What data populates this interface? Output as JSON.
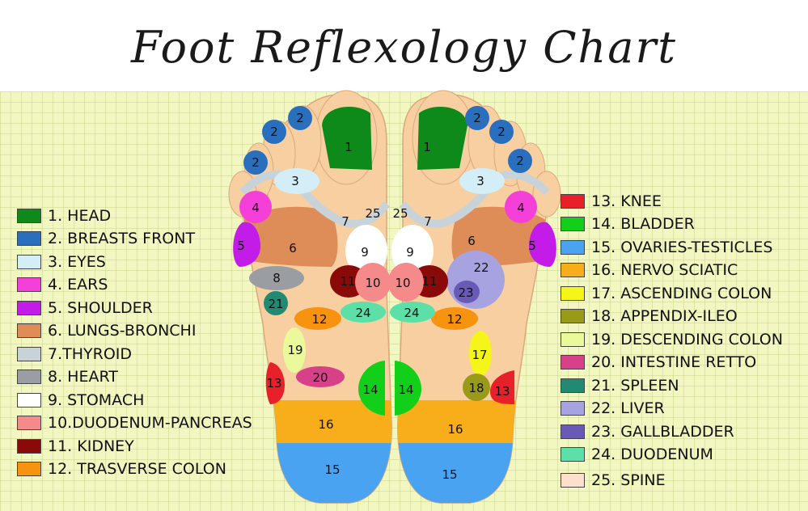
{
  "title": "Foot Reflexology Chart",
  "legend_left": [
    {
      "label": "1. HEAD",
      "color": "#0e8a1a"
    },
    {
      "label": "2. BREASTS FRONT",
      "color": "#2a6fbd"
    },
    {
      "label": "3. EYES",
      "color": "#d3eef6"
    },
    {
      "label": "4. EARS",
      "color": "#f43fd8"
    },
    {
      "label": "5. SHOULDER",
      "color": "#c31be8"
    },
    {
      "label": "6. LUNGS-BRONCHI",
      "color": "#de8c58"
    },
    {
      "label": "7.THYROID",
      "color": "#c8d3d9"
    },
    {
      "label": "8. HEART",
      "color": "#9a9ea3"
    },
    {
      "label": "9. STOMACH",
      "color": "#ffffff"
    },
    {
      "label": "10.DUODENUM-PANCREAS",
      "color": "#f48a8a"
    },
    {
      "label": "11. KIDNEY",
      "color": "#8a0a0a"
    },
    {
      "label": "12. TRASVERSE COLON",
      "color": "#f7930f"
    }
  ],
  "legend_right": [
    {
      "label": "13. KNEE",
      "color": "#e8202a"
    },
    {
      "label": "14. BLADDER",
      "color": "#12cf1a"
    },
    {
      "label": "15. OVARIES-TESTICLES",
      "color": "#4aa3f0"
    },
    {
      "label": "16. NERVO SCIATIC",
      "color": "#f7ae1a"
    },
    {
      "label": "17. ASCENDING COLON",
      "color": "#f5f51a"
    },
    {
      "label": "18. APPENDIX-ILEO",
      "color": "#9a9a1a"
    },
    {
      "label": "19. DESCENDING COLON",
      "color": "#eafa9a"
    },
    {
      "label": "20. INTESTINE RETTO",
      "color": "#d6418a"
    },
    {
      "label": "21. SPLEEN",
      "color": "#228a72"
    },
    {
      "label": "22. LIVER",
      "color": "#a7a3e0"
    },
    {
      "label": "23. GALLBLADDER",
      "color": "#6a5ab8"
    },
    {
      "label": "24. DUODENUM",
      "color": "#5de0a8"
    },
    {
      "label": "25. SPINE",
      "color": "#fde0cc"
    }
  ],
  "zones": {
    "z1": "1",
    "z2": "2",
    "z3": "3",
    "z4": "4",
    "z5": "5",
    "z6": "6",
    "z7": "7",
    "z8": "8",
    "z9": "9",
    "z10": "10",
    "z11": "11",
    "z12": "12",
    "z13": "13",
    "z14": "14",
    "z15": "15",
    "z16": "16",
    "z17": "17",
    "z18": "18",
    "z19": "19",
    "z20": "20",
    "z21": "21",
    "z22": "22",
    "z23": "23",
    "z24": "24",
    "z25": "25"
  }
}
